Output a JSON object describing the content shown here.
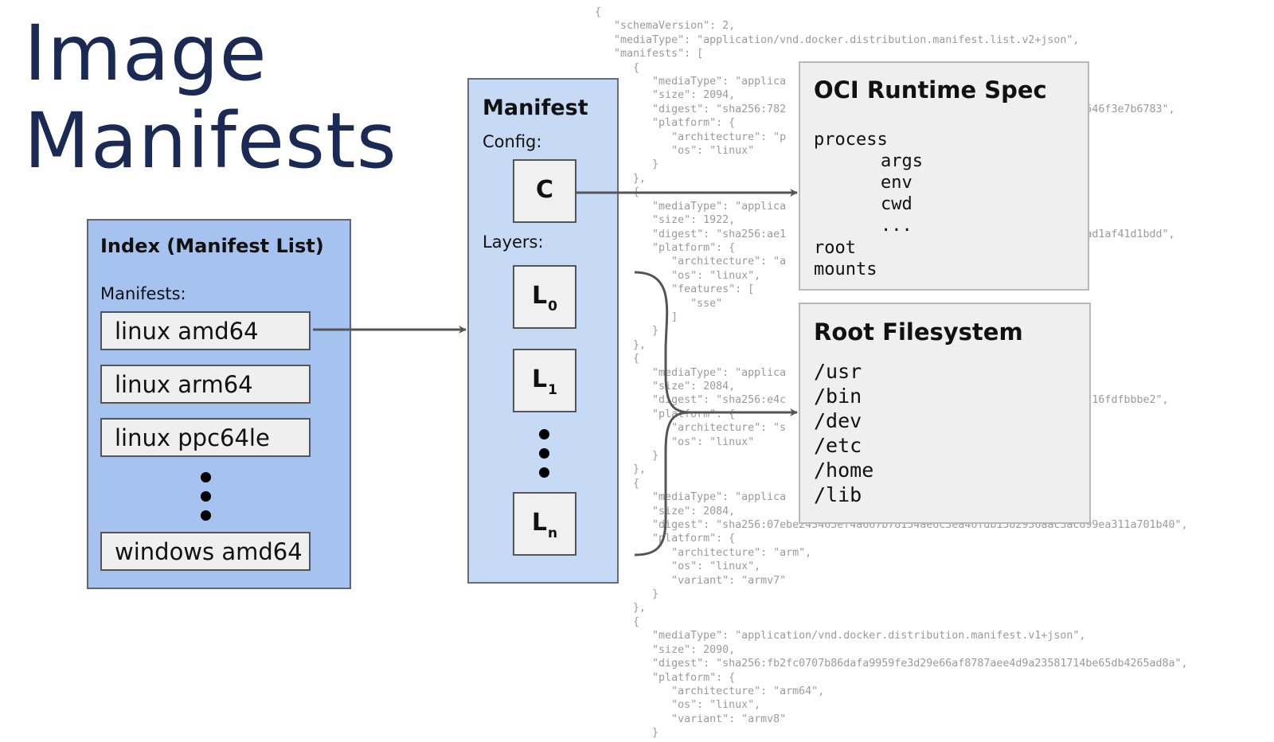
{
  "title": {
    "line1": "Image",
    "line2": "Manifests"
  },
  "index": {
    "title": "Index (Manifest List)",
    "manifests_label": "Manifests:",
    "items": [
      "linux amd64",
      "linux arm64",
      "linux ppc64le",
      "windows amd64"
    ]
  },
  "manifest": {
    "title": "Manifest",
    "config_label": "Config:",
    "config_box": "C",
    "layers_label": "Layers:",
    "layers": [
      {
        "letter": "L",
        "sub": "0"
      },
      {
        "letter": "L",
        "sub": "1"
      },
      {
        "letter": "L",
        "sub": "n"
      }
    ]
  },
  "oci_spec": {
    "title": "OCI Runtime Spec",
    "process": "process",
    "process_items": [
      "args",
      "env",
      "cwd",
      "..."
    ],
    "root": "root",
    "mounts": "mounts"
  },
  "rootfs": {
    "title": "Root Filesystem",
    "paths": [
      "/usr",
      "/bin",
      "/dev",
      "/etc",
      "/home",
      "/lib"
    ]
  },
  "background_json": "{\n   \"schemaVersion\": 2,\n   \"mediaType\": \"application/vnd.docker.distribution.manifest.list.v2+json\",\n   \"manifests\": [\n      {\n         \"mediaType\": \"applica                                        on\",\n         \"size\": 2094,\n         \"digest\": \"sha256:782                                         8e2ef8546f3e7b6783\",\n         \"platform\": {\n            \"architecture\": \"p\n            \"os\": \"linux\"\n         }\n      },\n      {\n         \"mediaType\": \"applica                                        on\",\n         \"size\": 1922,\n         \"digest\": \"sha256:ae1                                         9ab165ad1af41d1bdd\",\n         \"platform\": {\n            \"architecture\": \"a\n            \"os\": \"linux\",\n            \"features\": [\n               \"sse\"\n            ]\n         }\n      },\n      {\n         \"mediaType\": \"applica                                        on\",\n         \"size\": 2084,\n         \"digest\": \"sha256:e4c                                         7b8391f16fdfbbbe2\",\n         \"platform\": {\n            \"architecture\": \"s\n            \"os\": \"linux\"\n         }\n      },\n      {\n         \"mediaType\": \"applica                                        on\",\n         \"size\": 2084,\n         \"digest\": \"sha256:07ebe243465ef4a667b78154ae6c3ea46fdb1582936aac3ac899ea311a701b40\",\n         \"platform\": {\n            \"architecture\": \"arm\",\n            \"os\": \"linux\",\n            \"variant\": \"armv7\"\n         }\n      },\n      {\n         \"mediaType\": \"application/vnd.docker.distribution.manifest.v1+json\",\n         \"size\": 2090,\n         \"digest\": \"sha256:fb2fc0707b86dafa9959fe3d29e66af8787aee4d9a23581714be65db4265ad8a\",\n         \"platform\": {\n            \"architecture\": \"arm64\",\n            \"os\": \"linux\",\n            \"variant\": \"armv8\"\n         }"
}
